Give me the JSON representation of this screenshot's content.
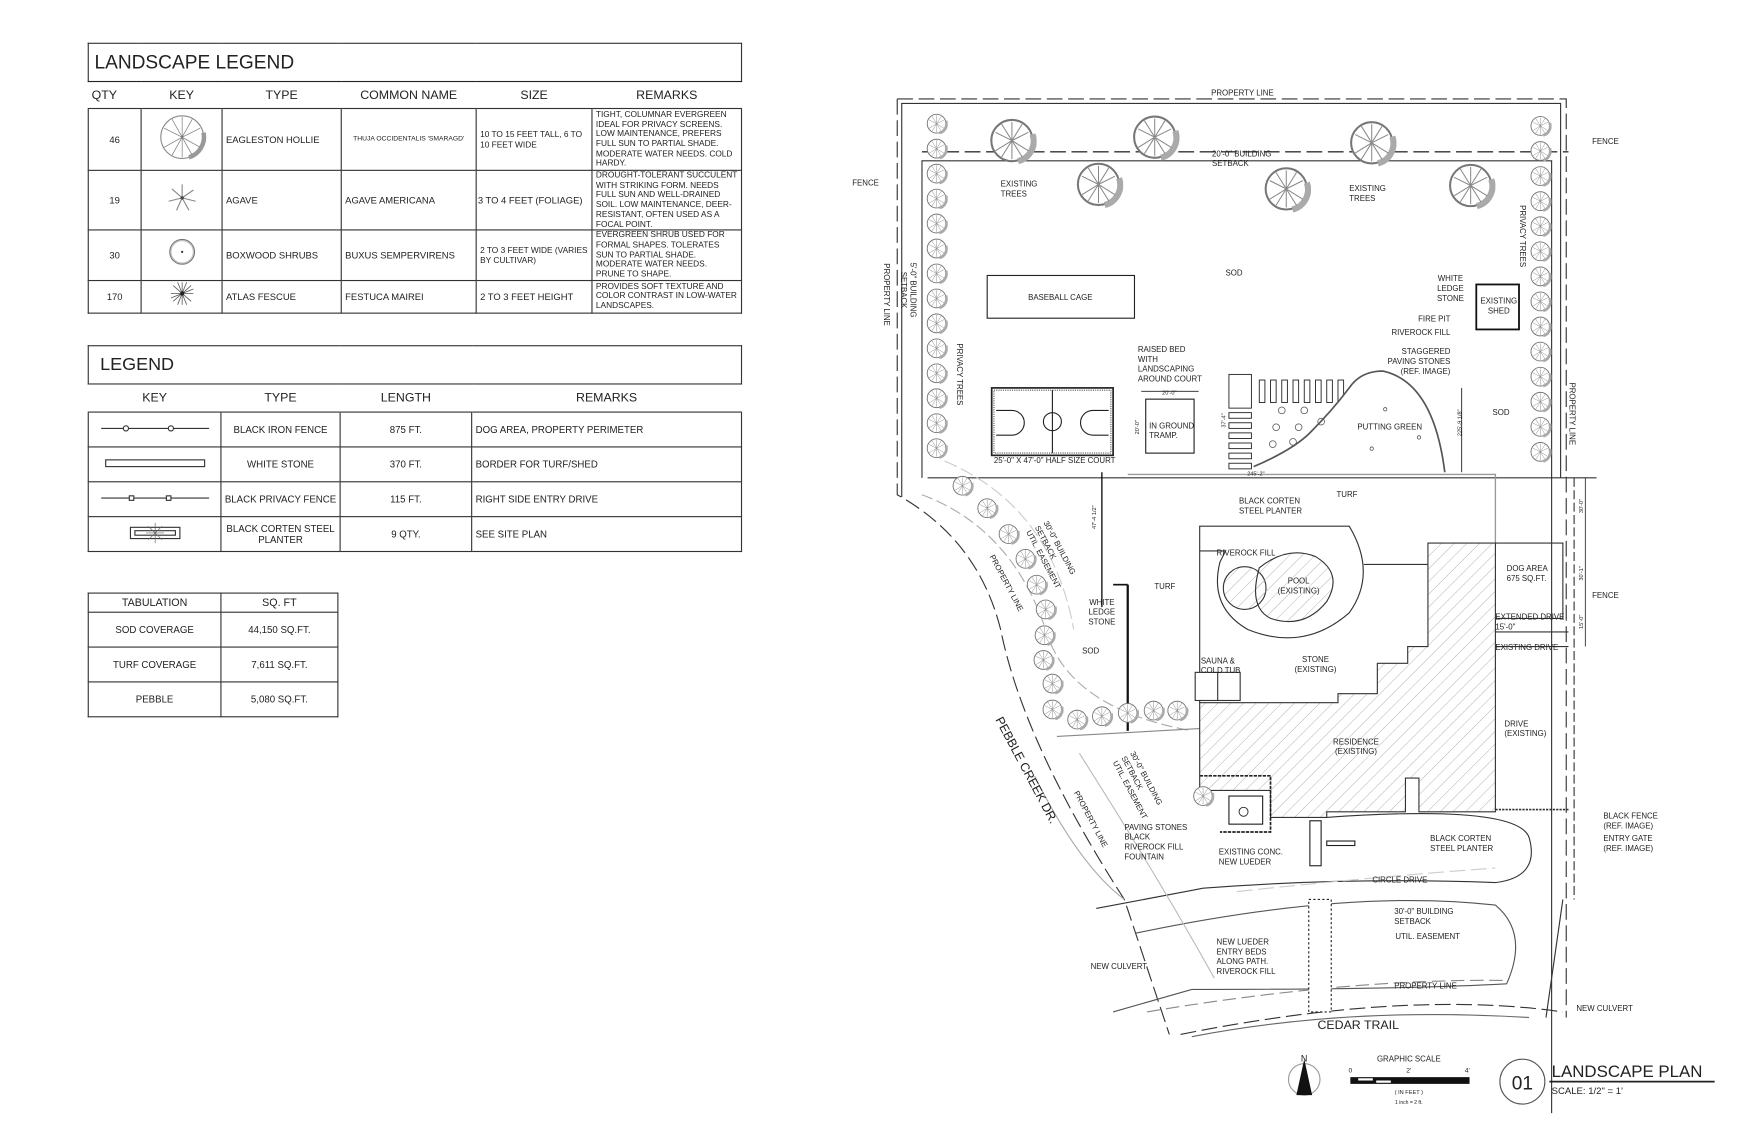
{
  "landscape_legend": {
    "title": "LANDSCAPE LEGEND",
    "headers": [
      "QTY",
      "KEY",
      "TYPE",
      "COMMON NAME",
      "SIZE",
      "REMARKS"
    ],
    "rows": [
      {
        "qty": "46",
        "key_icon": "tree-canopy-icon",
        "type": "EAGLESTON HOLLIE",
        "common_name": "THUJA OCCIDENTALIS 'SMARAGD'",
        "size": "10 TO 15 FEET TALL, 6 TO 10 FEET WIDE",
        "remarks": "TIGHT, COLUMNAR EVERGREEN IDEAL FOR PRIVACY SCREENS. LOW MAINTENANCE, PREFERS FULL SUN TO PARTIAL SHADE. MODERATE WATER NEEDS. COLD HARDY."
      },
      {
        "qty": "19",
        "key_icon": "agave-icon",
        "type": "AGAVE",
        "common_name": "AGAVE AMERICANA",
        "size": "3 TO 4 FEET (FOLIAGE)",
        "remarks": "DROUGHT-TOLERANT SUCCULENT WITH STRIKING FORM. NEEDS FULL SUN AND WELL-DRAINED SOIL. LOW MAINTENANCE, DEER-RESISTANT, OFTEN USED AS A FOCAL POINT."
      },
      {
        "qty": "30",
        "key_icon": "shrub-circle-icon",
        "type": "BOXWOOD SHRUBS",
        "common_name": "BUXUS SEMPERVIRENS",
        "size": "2 TO 3 FEET WIDE (VARIES BY CULTIVAR)",
        "remarks": "EVERGREEN SHRUB USED FOR FORMAL SHAPES. TOLERATES SUN TO PARTIAL SHADE. MODERATE WATER NEEDS. PRUNE TO SHAPE."
      },
      {
        "qty": "170",
        "key_icon": "grass-burst-icon",
        "type": "ATLAS FESCUE",
        "common_name": "FESTUCA MAIREI",
        "size": "2 TO 3 FEET HEIGHT",
        "remarks": "PROVIDES SOFT TEXTURE AND COLOR CONTRAST IN LOW-WATER LANDSCAPES."
      }
    ]
  },
  "legend": {
    "title": "LEGEND",
    "headers": [
      "KEY",
      "TYPE",
      "LENGTH",
      "REMARKS"
    ],
    "rows": [
      {
        "key_icon": "iron-fence-line-icon",
        "type": "BLACK IRON FENCE",
        "length": "875 FT.",
        "remarks": "DOG AREA, PROPERTY PERIMETER"
      },
      {
        "key_icon": "white-stone-bar-icon",
        "type": "WHITE STONE",
        "length": "370 FT.",
        "remarks": "BORDER FOR TURF/SHED"
      },
      {
        "key_icon": "privacy-fence-line-icon",
        "type": "BLACK PRIVACY FENCE",
        "length": "115 FT.",
        "remarks": "RIGHT SIDE ENTRY DRIVE"
      },
      {
        "key_icon": "steel-planter-icon",
        "type": "BLACK CORTEN STEEL PLANTER",
        "length": "9 QTY.",
        "remarks": "SEE SITE PLAN"
      }
    ]
  },
  "tabulation": {
    "headers": [
      "TABULATION",
      "SQ. FT"
    ],
    "rows": [
      {
        "label": "SOD COVERAGE",
        "value": "44,150 SQ.FT."
      },
      {
        "label": "TURF COVERAGE",
        "value": "7,611 SQ.FT."
      },
      {
        "label": "PEBBLE",
        "value": "5,080 SQ.FT."
      }
    ]
  },
  "plan": {
    "labels": {
      "property_line_top": [
        "PROPERTY LINE"
      ],
      "fence_top_right": [
        "FENCE"
      ],
      "fence_left": [
        "FENCE"
      ],
      "setback_top": [
        "20'-0\" BUILDING",
        "SETBACK"
      ],
      "existing_trees_left": [
        "EXISTING",
        "TREES"
      ],
      "existing_trees_right": [
        "EXISTING",
        "TREES"
      ],
      "property_line_left": [
        "PROPERTY LINE"
      ],
      "setback_left": [
        "5'-0\" BUILDING",
        "SETBACK"
      ],
      "privacy_trees_left": [
        "PRIVACY TREES"
      ],
      "privacy_trees_right": [
        "PRIVACY TREES"
      ],
      "property_line_right": [
        "PROPERTY LINE"
      ],
      "baseball_cage": [
        "BASEBALL CAGE"
      ],
      "sod_top": [
        "SOD"
      ],
      "white_ledge_stone_top": [
        "WHITE",
        "LEDGE",
        "STONE"
      ],
      "existing_shed": [
        "EXISTING",
        "SHED"
      ],
      "fire_pit": [
        "FIRE PIT"
      ],
      "riverock_fill_top": [
        "RIVEROCK FILL"
      ],
      "staggered_paving": [
        "STAGGERED",
        "PAVING STONES",
        "(REF. IMAGE)"
      ],
      "raised_bed": [
        "RAISED BED",
        "WITH",
        "LANDSCAPING",
        "AROUND COURT"
      ],
      "tramp_dim": [
        "20'-0\""
      ],
      "tramp": [
        "IN GROUND",
        "TRAMP."
      ],
      "half_court": [
        "25'-0\" X 47'-0\" HALF SIZE COURT"
      ],
      "putting_green": [
        "PUTTING GREEN"
      ],
      "sod_right": [
        "SOD"
      ],
      "dim_245": [
        "245'-2\""
      ],
      "turf_top": [
        "TURF"
      ],
      "corten_planter_pool": [
        "BLACK CORTEN",
        "STEEL PLANTER"
      ],
      "riverock_fill_pool": [
        "RIVEROCK FILL"
      ],
      "pool": [
        "POOL",
        "(EXISTING)"
      ],
      "dog_area": [
        "DOG AREA",
        "675 SQ.FT."
      ],
      "fence_right": [
        "FENCE"
      ],
      "extended_drive": [
        "EXTENDED DRIVE",
        "15'-0\""
      ],
      "existing_drive": [
        "EXISTING DRIVE"
      ],
      "turf_mid": [
        "TURF"
      ],
      "white_ledge_stone_mid": [
        "WHITE",
        "LEDGE",
        "STONE"
      ],
      "sod_mid": [
        "SOD"
      ],
      "sauna": [
        "SAUNA &",
        "COLD TUB"
      ],
      "stone": [
        "STONE",
        "(EXISTING)"
      ],
      "drive": [
        "DRIVE",
        "(EXISTING)"
      ],
      "residence": [
        "RESIDENCE",
        "(EXISTING)"
      ],
      "setback_curve_1": [
        "30'-0\" BUILDING",
        "SETBACK",
        "UTIL. EASEMENT"
      ],
      "property_line_curve_1": [
        "PROPERTY LINE"
      ],
      "pebble_creek": [
        "PEBBLE CREEK DR."
      ],
      "setback_curve_2": [
        "30'-0\" BUILDING",
        "SETBACK",
        "UTIL. EASEMENT"
      ],
      "property_line_curve_2": [
        "PROPERTY LINE"
      ],
      "paving_stones": [
        "PAVING STONES",
        "BLACK",
        "RIVEROCK FILL",
        "FOUNTAIN"
      ],
      "existing_conc": [
        "EXISTING CONC.",
        "NEW LUEDER"
      ],
      "corten_planter_front": [
        "BLACK CORTEN",
        "STEEL PLANTER"
      ],
      "black_fence": [
        "BLACK FENCE",
        "(REF. IMAGE)"
      ],
      "entry_gate": [
        "ENTRY GATE",
        "(REF. IMAGE)"
      ],
      "circle_drive": [
        "CIRCLE DRIVE"
      ],
      "setback_front": [
        "30'-0\" BUILDING",
        "SETBACK"
      ],
      "util_easement_front": [
        "UTIL. EASEMENT"
      ],
      "new_lueder_beds": [
        "NEW LUEDER",
        "ENTRY BEDS",
        "ALONG PATH.",
        "RIVEROCK FILL"
      ],
      "new_culvert_left": [
        "NEW CULVERT"
      ],
      "property_line_front": [
        "PROPERTY LINE"
      ],
      "new_culvert_right": [
        "NEW CULVERT"
      ],
      "cedar_trail": [
        "CEDAR TRAIL"
      ],
      "dim_court_side": [
        "47'-4 1/2\""
      ],
      "dim_firepit": [
        "37'-4\""
      ],
      "dim_tramp_v": [
        "20'-0\""
      ],
      "dim_green": [
        "225'-9 1/8\""
      ],
      "dim_r1": [
        "30'-0\""
      ],
      "dim_r2": [
        "30'-1\""
      ],
      "dim_r3": [
        "15'-0\""
      ]
    }
  },
  "title_block": {
    "north_label": "N",
    "graphic_scale_title": "GRAPHIC SCALE",
    "scale_ticks": [
      "0",
      "2'",
      "4'"
    ],
    "scale_units": "( IN FEET )",
    "scale_ratio": "1 inch = 2 ft.",
    "drawing_number": "01",
    "drawing_title": "LANDSCAPE PLAN",
    "drawing_scale": "SCALE: 1/2\" = 1'"
  }
}
